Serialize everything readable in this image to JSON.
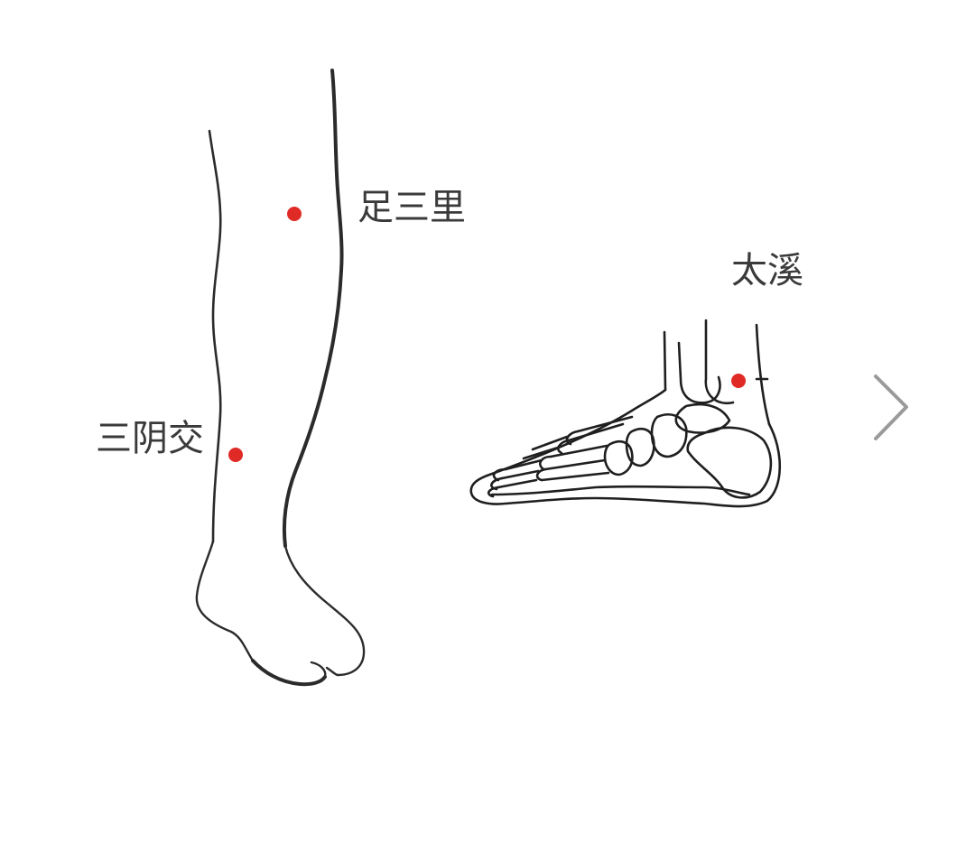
{
  "acupoints": [
    {
      "id": "zusanli",
      "label": "足三里"
    },
    {
      "id": "sanyinjiao",
      "label": "三阴交"
    },
    {
      "id": "taixi",
      "label": "太溪"
    }
  ],
  "colors": {
    "point": "#e02a26",
    "line": "#2b2b2b",
    "text": "#3a3a3a",
    "arrow": "#9a9a9a"
  },
  "icons": {
    "next": "chevron-right-icon"
  }
}
